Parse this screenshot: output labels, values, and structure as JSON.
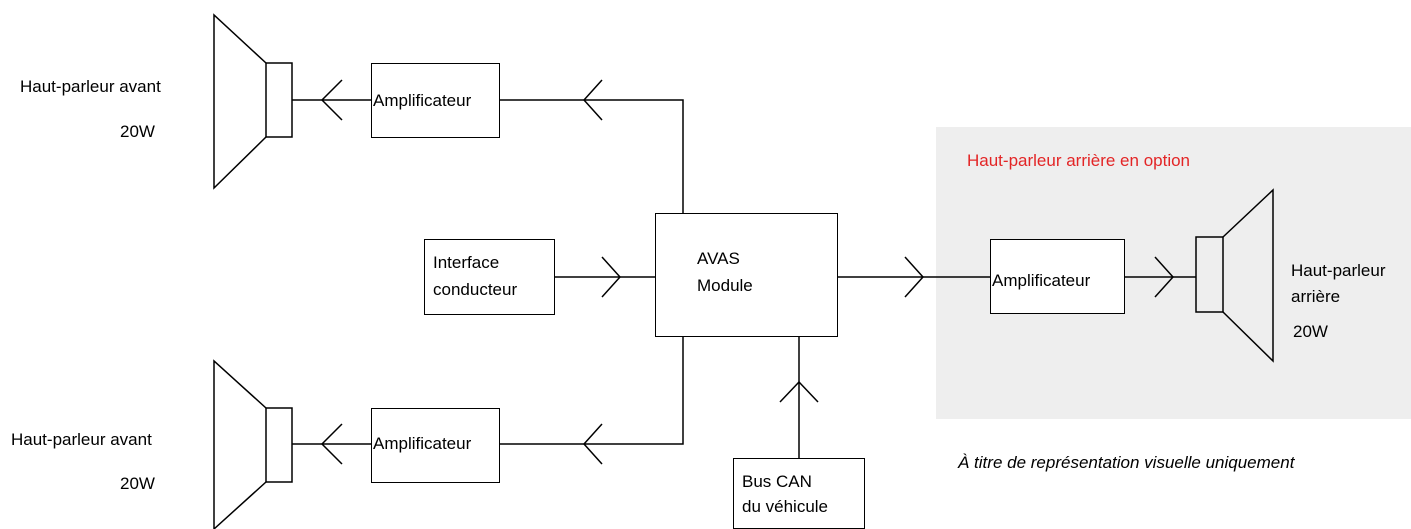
{
  "front_speaker_top": {
    "label": "Haut-parleur avant",
    "power": "20W"
  },
  "front_speaker_bottom": {
    "label": "Haut-parleur avant",
    "power": "20W"
  },
  "amplifier_top": {
    "label": "Amplificateur"
  },
  "amplifier_bottom": {
    "label": "Amplificateur"
  },
  "amplifier_rear": {
    "label": "Amplificateur"
  },
  "driver_interface": {
    "line1": "Interface",
    "line2": "conducteur"
  },
  "avas_module": {
    "line1": "AVAS",
    "line2": "Module"
  },
  "can_bus": {
    "line1": "Bus CAN",
    "line2": "du véhicule"
  },
  "rear_option": {
    "title": "Haut-parleur arrière en option",
    "title_color": "#e32526",
    "background_color": "#eeeeee"
  },
  "rear_speaker": {
    "line1": "Haut-parleur",
    "line2": "arrière",
    "power": "20W"
  },
  "disclaimer": "À titre de représentation visuelle uniquement"
}
